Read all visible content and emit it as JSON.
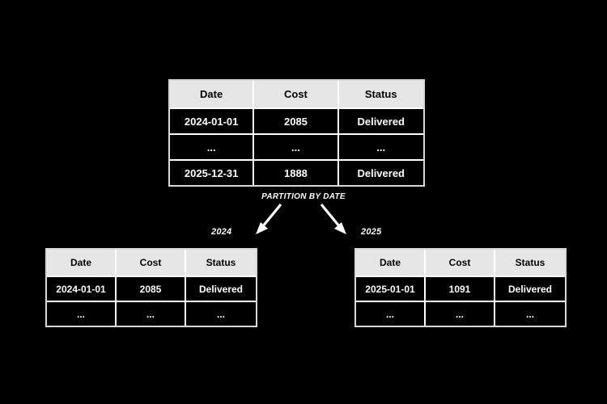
{
  "background_color": "#000000",
  "diagram": {
    "kind": "table-partitioning-diagram",
    "source_table": {
      "name": "source-table",
      "columns": [
        "Date",
        "Cost",
        "Status"
      ],
      "rows": [
        [
          "2024-01-01",
          "2085",
          "Delivered"
        ],
        [
          "...",
          "...",
          "..."
        ],
        [
          "2025-12-31",
          "1888",
          "Delivered"
        ]
      ]
    },
    "operation_label": "PARTITION BY DATE",
    "arrows": [
      {
        "name": "arrow-to-2024",
        "direction": "down-left"
      },
      {
        "name": "arrow-to-2025",
        "direction": "down-right"
      }
    ],
    "partitions": [
      {
        "name": "partition-2024",
        "year_label": "2024",
        "columns": [
          "Date",
          "Cost",
          "Status"
        ],
        "rows": [
          [
            "2024-01-01",
            "2085",
            "Delivered"
          ],
          [
            "...",
            "...",
            "..."
          ]
        ]
      },
      {
        "name": "partition-2025",
        "year_label": "2025",
        "columns": [
          "Date",
          "Cost",
          "Status"
        ],
        "rows": [
          [
            "2025-01-01",
            "1091",
            "Delivered"
          ],
          [
            "...",
            "...",
            "..."
          ]
        ]
      }
    ]
  },
  "colors": {
    "header_background": "#e6e6e6",
    "header_text": "#000000",
    "cell_background": "#000000",
    "cell_text": "#ffffff",
    "grid_line": "#ffffff",
    "arrow": "#ffffff"
  }
}
